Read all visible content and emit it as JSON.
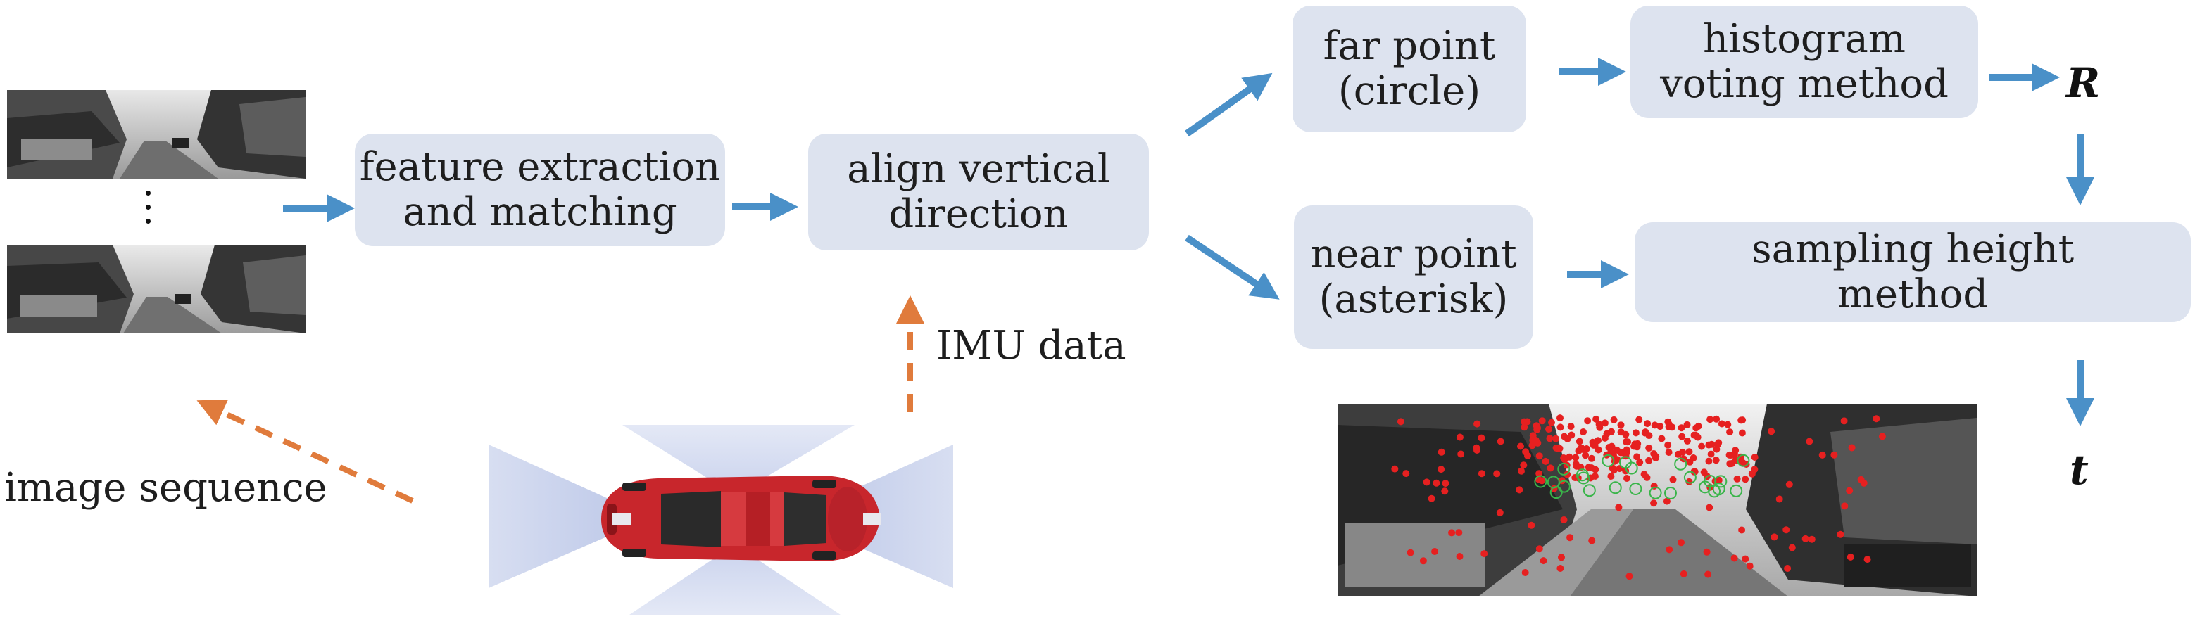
{
  "boxes": {
    "feature": "feature extraction and matching",
    "align": "align vertical direction",
    "far": "far point (circle)",
    "histogram": "histogram voting method",
    "near": "near point (asterisk)",
    "sampling": "sampling height method"
  },
  "labels": {
    "imu": "IMU data",
    "image_sequence": "image sequence"
  },
  "symbols": {
    "rotation": "R",
    "translation": "t"
  },
  "colors": {
    "box_fill": "#dde3ef",
    "flow_arrow": "#4a90c8",
    "dashed_arrow": "#e07b3c",
    "car": "#c8262c",
    "sensor_fov": "#b7c3e6",
    "feature_point_red": "#e62020",
    "feature_point_green": "#3ab54a"
  },
  "icons": {
    "car": "car-top-view-icon",
    "sensor": "sensor-fov-icon"
  }
}
